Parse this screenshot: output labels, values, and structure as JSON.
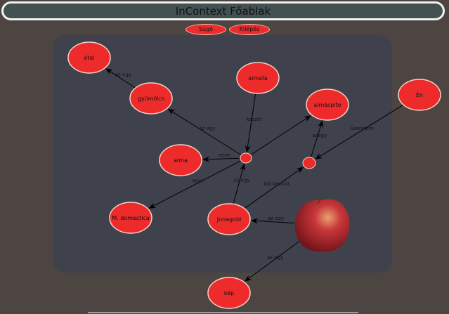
{
  "window": {
    "title": "InContext Főablak"
  },
  "buttons": {
    "help": "Súgó",
    "exit": "Kilépés"
  },
  "colors": {
    "node": "#ee2b2b",
    "panel": "#3f424d",
    "background": "#4c4541"
  },
  "nodes": [
    {
      "id": "etel",
      "label": "étel"
    },
    {
      "id": "gyumolcs",
      "label": "gyümölcs"
    },
    {
      "id": "almafa",
      "label": "almafa"
    },
    {
      "id": "almaspite",
      "label": "almáspite"
    },
    {
      "id": "en",
      "label": "Én"
    },
    {
      "id": "alma",
      "label": "alma"
    },
    {
      "id": "mdomestica",
      "label": "M. domestica"
    },
    {
      "id": "jonagold",
      "label": "Jonagold"
    },
    {
      "id": "kep",
      "label": "kép"
    }
  ],
  "edges": [
    {
      "from": "gyumolcs",
      "to": "etel",
      "label": "az egy"
    },
    {
      "from": "n1",
      "to": "gyumolcs",
      "label": "az egy"
    },
    {
      "from": "almafa",
      "to": "n1",
      "label": "készíti"
    },
    {
      "from": "n1",
      "to": "almaspite",
      "label": ""
    },
    {
      "from": "n1",
      "to": "alma",
      "label": "neve"
    },
    {
      "from": "n1",
      "to": "mdomestica",
      "label": "neve"
    },
    {
      "from": "jonagold",
      "to": "n1",
      "label": "az egy"
    },
    {
      "from": "jonagold",
      "to": "n2",
      "label": "ből készült"
    },
    {
      "from": "n2",
      "to": "almaspite",
      "label": "azegy"
    },
    {
      "from": "en",
      "to": "n2",
      "label": "Szeretem"
    },
    {
      "from": "apple",
      "to": "jonagold",
      "label": "az egy"
    },
    {
      "from": "apple",
      "to": "kep",
      "label": "az egy"
    }
  ]
}
